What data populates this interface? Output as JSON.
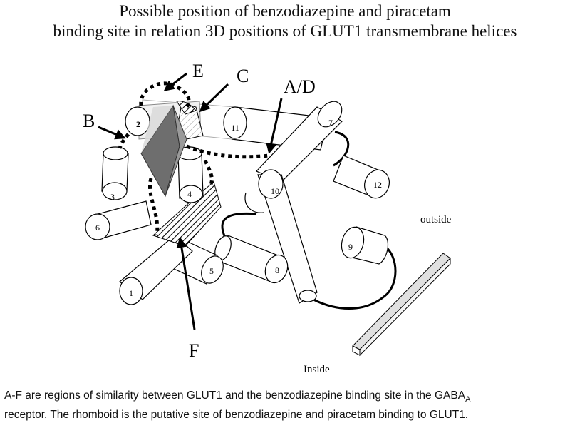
{
  "title": {
    "line1": "Possible position of benzodiazepine and piracetam",
    "line2": "binding site  in relation 3D positions of  GLUT1 transmembrane helices"
  },
  "helices": [
    "1",
    "2",
    "3",
    "4",
    "5",
    "6",
    "7",
    "8",
    "9",
    "10",
    "11",
    "12"
  ],
  "region_labels": {
    "a_d": "A/D",
    "b": "B",
    "c": "C",
    "e": "E",
    "f": "F"
  },
  "membrane_labels": {
    "outside": "outside",
    "inside": "Inside"
  },
  "caption": {
    "line1_before": "A-F are regions of similarity between GLUT1 and the benzodiazepine binding site in the GABA",
    "line1_sub": "A",
    "line2": "receptor. The rhomboid is the putative site of benzodiazepine and piracetam binding to GLUT1."
  },
  "colors": {
    "rhomboid_dark": "#6e6e6e",
    "rhomboid_light": "#d8d8d8",
    "membrane_bar": "#e0e0e0",
    "ink": "#000000"
  }
}
